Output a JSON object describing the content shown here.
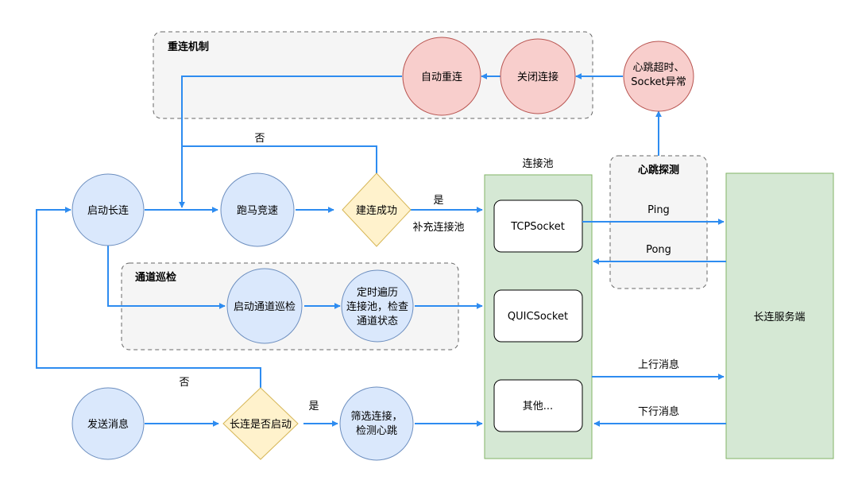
{
  "groups": {
    "reconnect": "重连机制",
    "patrol": "通道巡检",
    "heartbeat": "心跳探测",
    "pool": "连接池"
  },
  "nodes": {
    "auto_reconnect": "自动重连",
    "close_conn": "关闭连接",
    "hb_timeout_line1": "心跳超时、",
    "hb_timeout_line2": "Socket异常",
    "start_long": "启动长连",
    "race": "跑马竞速",
    "build_ok": "建连成功",
    "start_patrol": "启动通道巡检",
    "patrol_task_line1": "定时遍历",
    "patrol_task_line2": "连接池，检查",
    "patrol_task_line3": "通道状态",
    "send_msg": "发送消息",
    "long_started": "长连是否启动",
    "filter_line1": "筛选连接，",
    "filter_line2": "检测心跳",
    "tcp": "TCPSocket",
    "quic": "QUICSocket",
    "other": "其他...",
    "server": "长连服务端"
  },
  "edge_labels": {
    "no_top": "否",
    "yes_top": "是",
    "refill_pool": "补充连接池",
    "no_bottom": "否",
    "yes_bottom": "是",
    "ping": "Ping",
    "pong": "Pong",
    "upstream": "上行消息",
    "downstream": "下行消息"
  },
  "colors": {
    "edge": "#2e8cf0",
    "circle_blue_fill": "#dae8fc",
    "circle_blue_stroke": "#6c8ebf",
    "circle_red_fill": "#f8cecc",
    "circle_red_stroke": "#b85450",
    "diamond_fill": "#fff2cc",
    "diamond_stroke": "#d6b656",
    "green_fill": "#d5e8d4",
    "green_stroke": "#82b366",
    "group_fill": "#f5f5f5",
    "group_stroke": "#666666"
  }
}
